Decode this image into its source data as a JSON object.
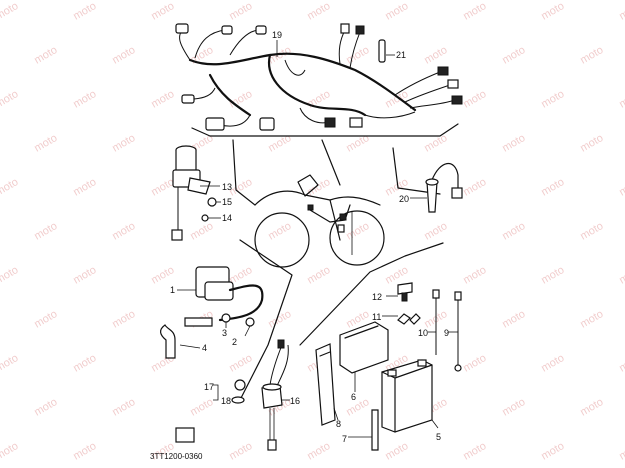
{
  "watermark": "moto",
  "callouts": {
    "c1": "1",
    "c2": "2",
    "c3": "3",
    "c4": "4",
    "c5": "5",
    "c6": "6",
    "c7": "7",
    "c8": "8",
    "c9": "9",
    "c10": "10",
    "c11": "11",
    "c12": "12",
    "c13": "13",
    "c14": "14",
    "c15": "15",
    "c16": "16",
    "c17": "17",
    "c18": "18",
    "c19": "19",
    "c20": "20",
    "c21": "21"
  },
  "reference_code": "3TT1200-0360"
}
